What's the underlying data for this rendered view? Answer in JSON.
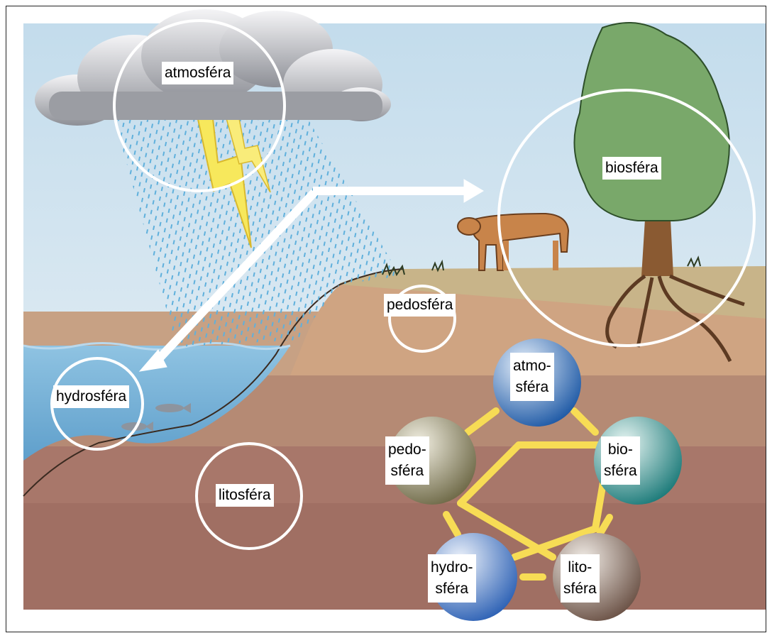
{
  "labels": {
    "atmosfera": "atmosféra",
    "biosfera": "biosféra",
    "pedosfera": "pedosféra",
    "hydrosfera": "hydrosféra",
    "litosfera": "litosféra"
  },
  "cycle": {
    "atmo_1": "atmo-",
    "atmo_2": "sféra",
    "bio_1": "bio-",
    "bio_2": "sféra",
    "pedo_1": "pedo-",
    "pedo_2": "sféra",
    "hydro_1": "hydro-",
    "hydro_2": "sféra",
    "lito_1": "lito-",
    "lito_2": "sféra"
  },
  "colors": {
    "sky": "#cfe3ef",
    "water": "#7fb7d8",
    "ground": "#c9a37c",
    "deep_ground": "#a8776a",
    "arrow": "#f7dc55"
  }
}
